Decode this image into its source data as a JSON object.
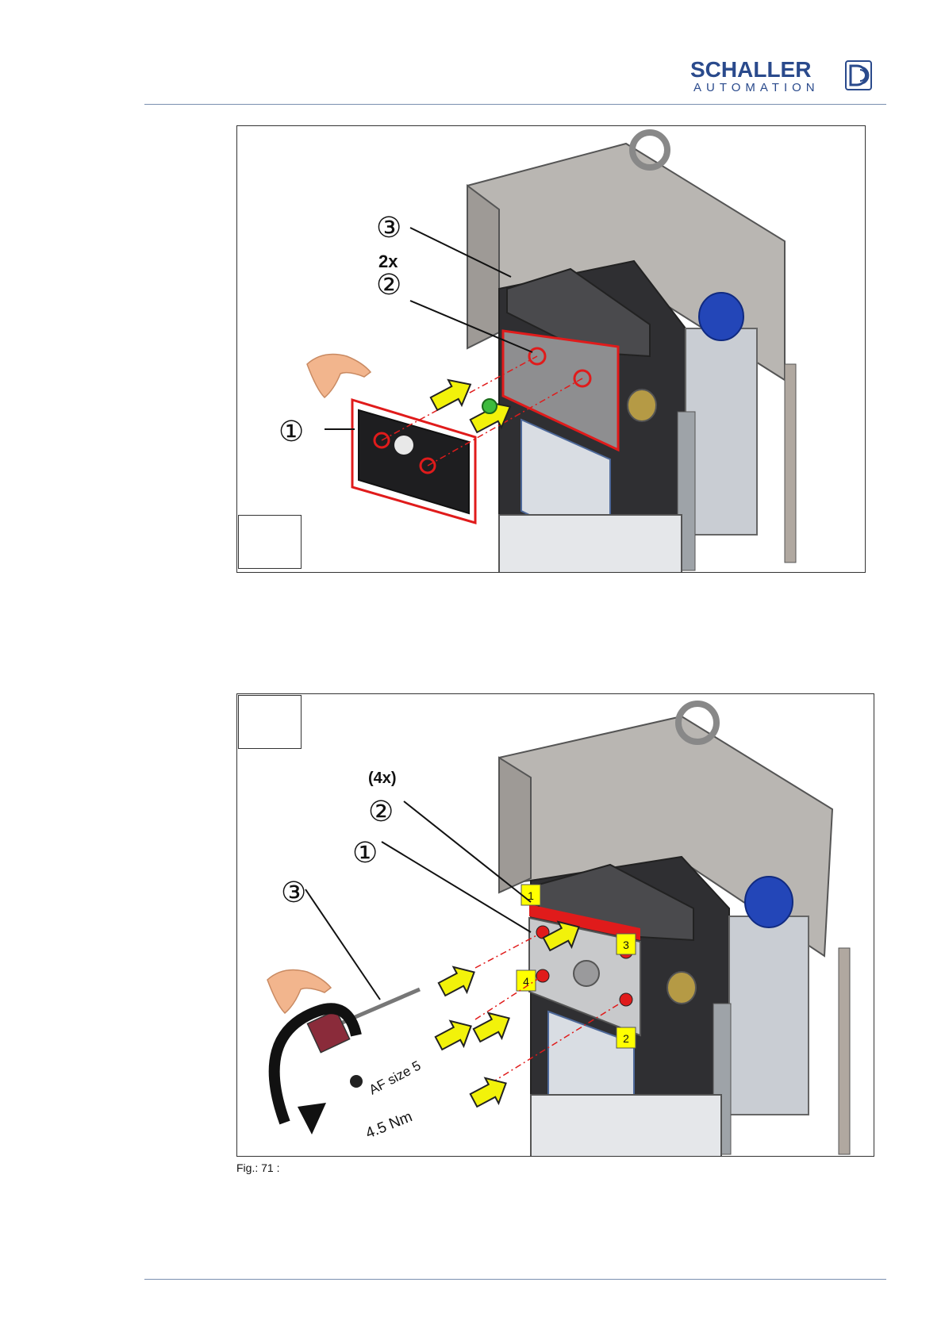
{
  "header": {
    "logo_text_top": "SCHALLER",
    "logo_text_bottom": "AUTOMATION"
  },
  "figure1": {
    "callout_1": "①",
    "callout_2": "②",
    "callout_3": "③",
    "quantity_label": "2x"
  },
  "figure2": {
    "callout_1": "①",
    "callout_2": "②",
    "callout_3": "③",
    "quantity_label": "(4x)",
    "bolt_order": [
      "1",
      "2",
      "3",
      "4"
    ],
    "tool_size_label": "AF size 5",
    "torque_label": "4.5 Nm"
  },
  "caption": {
    "text": "Fig.: 71 :"
  },
  "colors": {
    "brand_blue": "#2a4a8c",
    "highlight_red": "#e01b1b",
    "arrow_yellow": "#f2f20a",
    "marker_yellow": "#ffff00"
  }
}
